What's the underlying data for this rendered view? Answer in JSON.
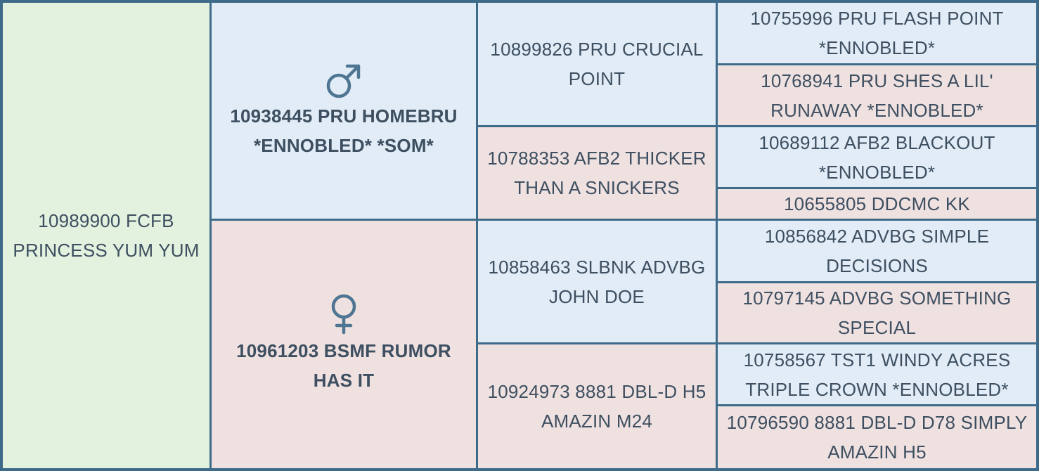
{
  "colors": {
    "border": "#3f6b8a",
    "subject_bg": "#e3f1df",
    "male_bg": "#e1ecf7",
    "female_bg": "#f0e1e1",
    "text": "#3d4f60",
    "icon": "#4e7591"
  },
  "subject": {
    "name": "10989900 FCFB PRINCESS YUM YUM"
  },
  "sire": {
    "icon": "male-symbol-icon",
    "name": "10938445 PRU HOMEBRU *ENNOBLED* *SOM*"
  },
  "dam": {
    "icon": "female-symbol-icon",
    "name": "10961203 BSMF RUMOR HAS IT"
  },
  "grandparents": {
    "sire_sire": "10899826 PRU CRUCIAL POINT",
    "sire_dam": "10788353 AFB2 THICKER THAN A SNICKERS",
    "dam_sire": "10858463 SLBNK ADVBG JOHN DOE",
    "dam_dam": "10924973 8881 DBL-D H5 AMAZIN M24"
  },
  "great_grandparents": [
    "10755996 PRU FLASH POINT *ENNOBLED*",
    "10768941 PRU SHES A LIL' RUNAWAY *ENNOBLED*",
    "10689112 AFB2 BLACKOUT *ENNOBLED*",
    "10655805 DDCMC KK",
    "10856842 ADVBG SIMPLE DECISIONS",
    "10797145 ADVBG SOMETHING SPECIAL",
    "10758567 TST1 WINDY ACRES TRIPLE CROWN *ENNOBLED*",
    "10796590 8881 DBL-D D78 SIMPLY AMAZIN H5"
  ]
}
